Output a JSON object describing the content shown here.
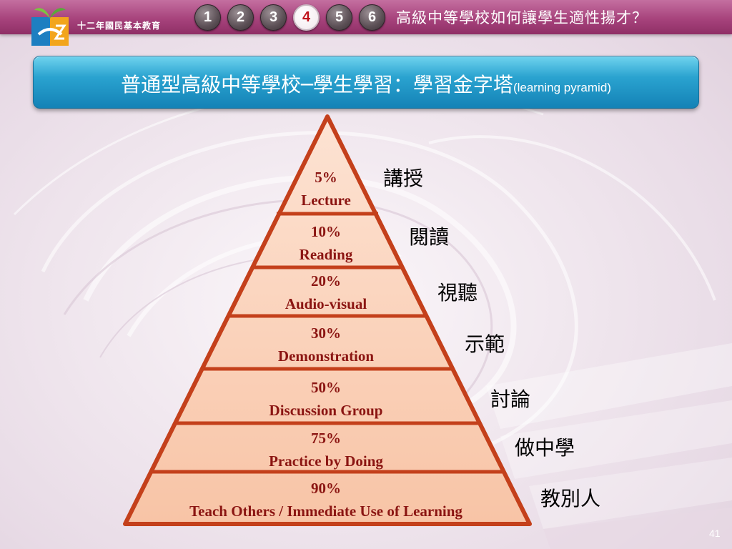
{
  "header": {
    "logo_text": "十二年國民基本教育",
    "steps": [
      "1",
      "2",
      "3",
      "4",
      "5",
      "6"
    ],
    "active_step": "4",
    "title": "高級中等學校如何讓學生適性揚才？"
  },
  "banner": {
    "title": "普通型高級中等學校─學生學習：學習金字塔",
    "subtitle": "(learning pyramid)"
  },
  "pyramid": {
    "levels": [
      {
        "percent": "5%",
        "label": "Lecture",
        "zh": "講授"
      },
      {
        "percent": "10%",
        "label": "Reading",
        "zh": "閱讀"
      },
      {
        "percent": "20%",
        "label": "Audio-visual",
        "zh": "視聽"
      },
      {
        "percent": "30%",
        "label": "Demonstration",
        "zh": "示範"
      },
      {
        "percent": "50%",
        "label": "Discussion Group",
        "zh": "討論"
      },
      {
        "percent": "75%",
        "label": "Practice by Doing",
        "zh": "做中學"
      },
      {
        "percent": "90%",
        "label": "Teach Others / Immediate Use of Learning",
        "zh": "教別人"
      }
    ]
  },
  "colors": {
    "header": "#a7437c",
    "banner": "#2aa3d0",
    "pyramid_fill": "#fbd2ba",
    "pyramid_border": "#c4401b",
    "level_text": "#8b1512"
  },
  "slide_number": "41"
}
